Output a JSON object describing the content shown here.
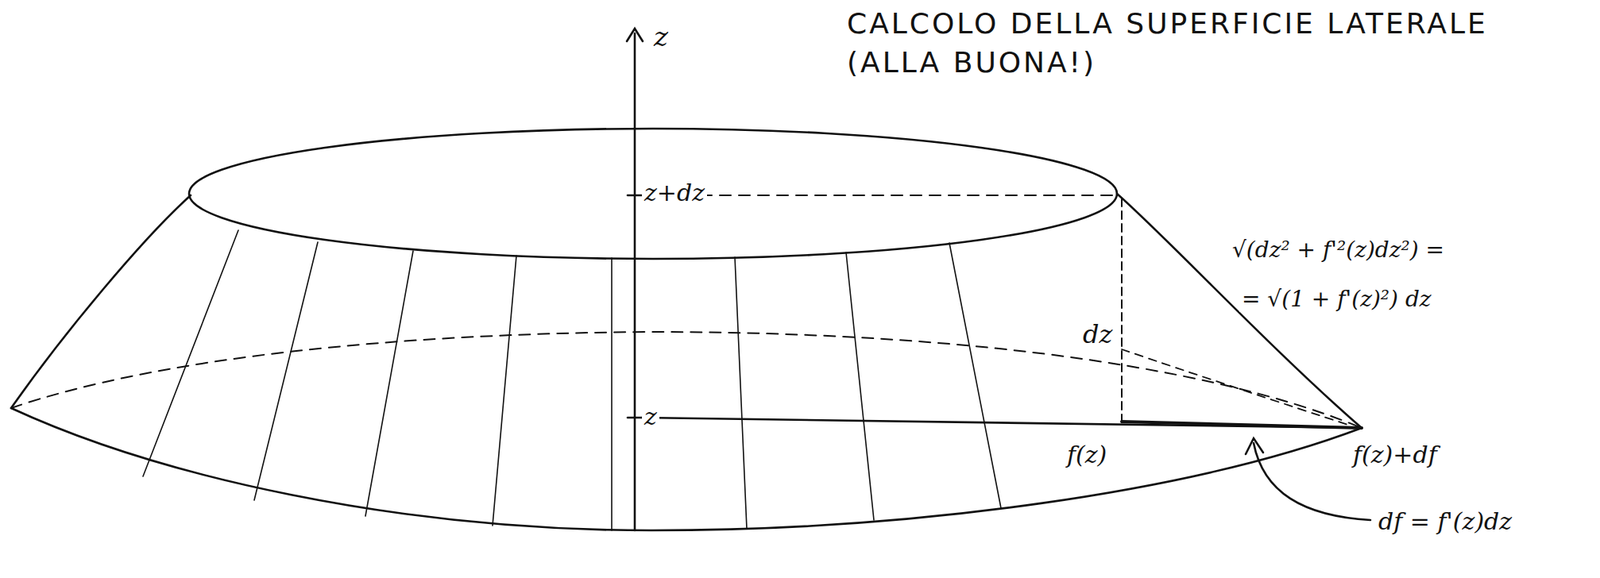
{
  "diagram": {
    "title": "CALCOLO DELLA SUPERFICIE LATERALE (ALLA BUONA!)",
    "labels": [
      "z",
      "z+dz",
      "z",
      "dz",
      "f(z)",
      "f(z)+df",
      "df = f'(z)dz",
      "√(dz² + f'²(z)dz²) =",
      "= √(1 + f'(z)²) dz"
    ]
  }
}
